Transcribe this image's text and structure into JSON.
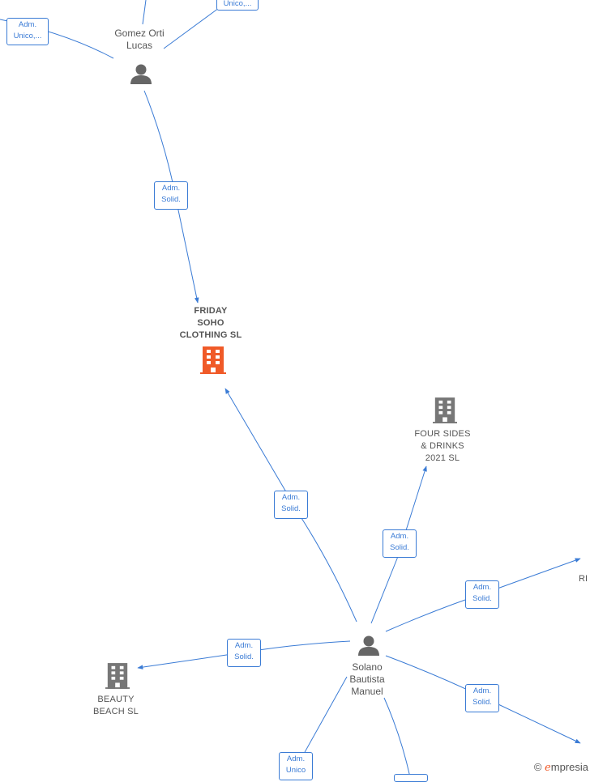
{
  "nodes": {
    "gomez": "Gomez Orti\nLucas",
    "friday": "FRIDAY\nSOHO\nCLOTHING  SL",
    "four_sides": "FOUR SIDES\n& DRINKS\n2021  SL",
    "solano": "Solano\nBautista\nManuel",
    "beauty": "BEAUTY\nBEACH  SL",
    "ri_truncated": "RI"
  },
  "edges": {
    "adm_unico_left": "Adm.\nUnico,...",
    "adm_unico_top": "Unico,...",
    "gomez_friday": "Adm.\nSolid.",
    "solano_friday": "Adm.\nSolid.",
    "solano_foursides": "Adm.\nSolid.",
    "solano_right": "Adm.\nSolid.",
    "solano_beauty": "Adm.\nSolid.",
    "solano_bottomright": "Adm.\nSolid.",
    "solano_bottom": "Adm.\nUnico"
  },
  "brand": {
    "copyright": "©",
    "e": "e",
    "rest": "mpresia"
  },
  "colors": {
    "edge": "#3a7bd5",
    "main_company": "#f05a28",
    "company": "#777777",
    "person": "#666666"
  }
}
